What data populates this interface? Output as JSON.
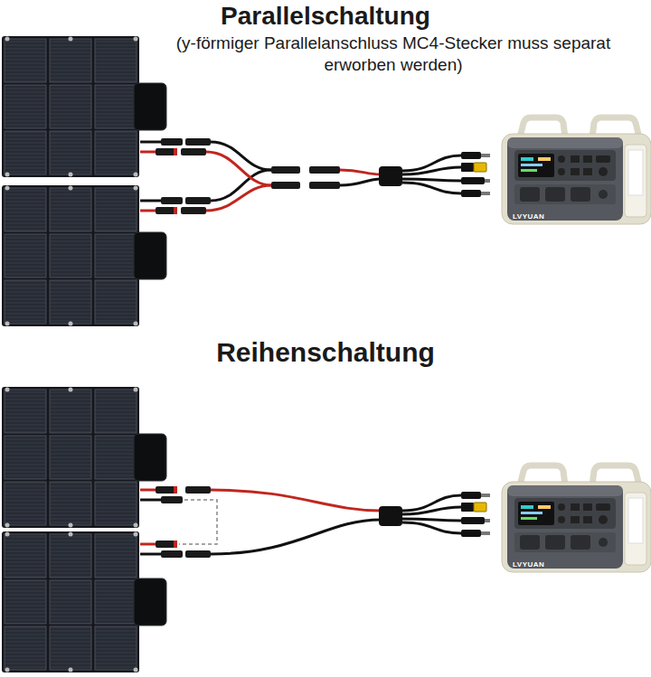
{
  "diagram": {
    "title": "Parallelschaltung",
    "labels": [
      "(y-förmiger Parallelanschluss MC4-Stecker muss separat erworben werden)",
      "Reihenschaltung",
      "LVYUAN",
      "LVYUAN"
    ]
  }
}
